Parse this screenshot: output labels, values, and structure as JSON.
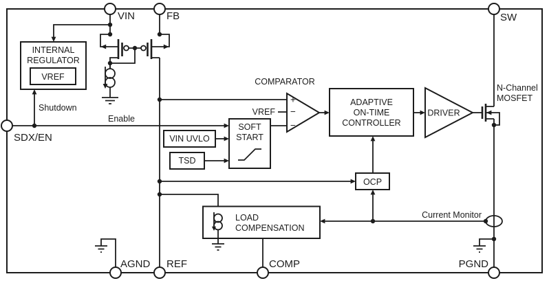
{
  "pins": {
    "vin": "VIN",
    "fb": "FB",
    "sw": "SW",
    "sdx_en": "SDX/EN",
    "agnd": "AGND",
    "ref": "REF",
    "comp": "COMP",
    "pgnd": "PGND"
  },
  "blocks": {
    "internal_regulator": {
      "line1": "INTERNAL",
      "line2": "REGULATOR",
      "vref": "VREF"
    },
    "vin_uvlo": "VIN UVLO",
    "tsd": "TSD",
    "soft_start": {
      "line1": "SOFT",
      "line2": "START"
    },
    "adaptive": {
      "line1": "ADAPTIVE",
      "line2": "ON-TIME",
      "line3": "CONTROLLER"
    },
    "driver": "DRIVER",
    "ocp": "OCP",
    "load_comp": {
      "line1": "LOAD",
      "line2": "COMPENSATION"
    }
  },
  "comparator": {
    "title": "COMPARATOR",
    "vref_label": "VREF",
    "plus": "+",
    "minus1": "−",
    "minus2": "−"
  },
  "labels": {
    "shutdown": "Shutdown",
    "enable": "Enable",
    "current_monitor": "Current Monitor",
    "nch1": "N-Channel",
    "nch2": "MOSFET"
  },
  "icons": {
    "pmos_left": "pmos-transistor",
    "pmos_right": "pmos-transistor",
    "nmos": "nmos-transistor",
    "current_source": "current-source",
    "ground": "ground",
    "current_sense": "current-sense-ellipse"
  },
  "colors": {
    "line": "#1c1c1c",
    "background": "#ffffff"
  }
}
